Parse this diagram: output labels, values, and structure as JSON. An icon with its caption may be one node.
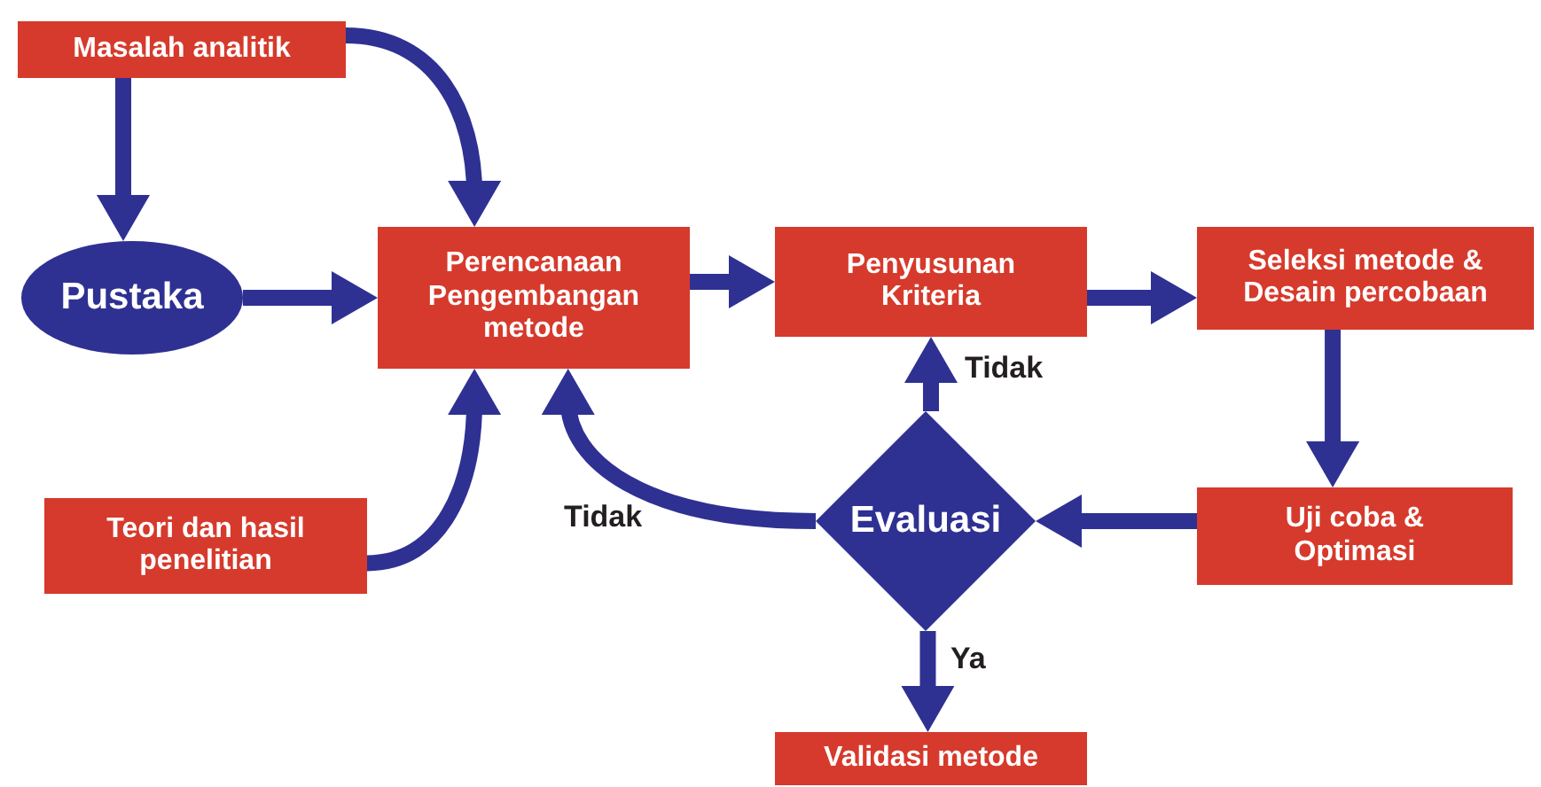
{
  "diagram": {
    "nodes": [
      {
        "text": [
          "Masalah analitik"
        ]
      },
      {
        "text": [
          "Pustaka"
        ]
      },
      {
        "text": [
          "Perencanaan Pengembangan metode"
        ]
      },
      {
        "text": [
          "Penyusunan Kriteria"
        ]
      },
      {
        "text": [
          "Seleksi metode & Desain percobaan"
        ]
      },
      {
        "text": [
          "Teori dan hasil penelitian"
        ]
      },
      {
        "text": [
          "Evaluasi"
        ]
      },
      {
        "text": [
          "Uji coba & Optimasi"
        ]
      },
      {
        "text": [
          "Validasi metode"
        ]
      }
    ],
    "edges": [
      {
        "from": 0,
        "to": 1,
        "arrow": "to"
      },
      {
        "from": 0,
        "to": 2,
        "arrow": "to"
      },
      {
        "from": 1,
        "to": 2,
        "arrow": "to"
      },
      {
        "from": 5,
        "to": 2,
        "arrow": "to"
      },
      {
        "from": 2,
        "to": 3,
        "arrow": "to"
      },
      {
        "from": 3,
        "to": 4,
        "arrow": "to"
      },
      {
        "from": 4,
        "to": 7,
        "arrow": "to"
      },
      {
        "from": 7,
        "to": 6,
        "arrow": "to"
      },
      {
        "from": 6,
        "to": 3,
        "arrow": "to",
        "label": "Tidak"
      },
      {
        "from": 6,
        "to": 2,
        "arrow": "to",
        "label": "Tidak"
      },
      {
        "from": 6,
        "to": 8,
        "arrow": "to",
        "label": "Ya"
      }
    ]
  }
}
